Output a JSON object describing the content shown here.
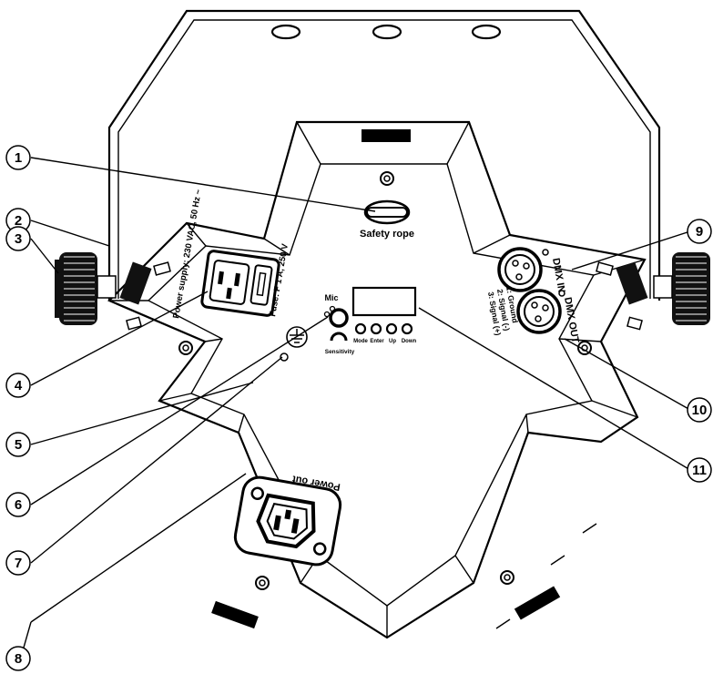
{
  "callouts": [
    {
      "n": "1"
    },
    {
      "n": "2"
    },
    {
      "n": "3"
    },
    {
      "n": "4"
    },
    {
      "n": "5"
    },
    {
      "n": "6"
    },
    {
      "n": "7"
    },
    {
      "n": "8"
    },
    {
      "n": "9"
    },
    {
      "n": "10"
    },
    {
      "n": "11"
    }
  ],
  "labels": {
    "safety_rope": "Safety rope",
    "power_supply": "Power supply: 230 VAC, 50 Hz ~",
    "fuse": "Fuse: F 1 A, 250 V",
    "mic": "Mic",
    "sensitivity": "Sensitivity",
    "mode": "Mode",
    "enter": "Enter",
    "up": "Up",
    "down": "Down",
    "dmx_in": "DMX IN",
    "dmx_out": "DMX OUT",
    "pin1": "1: Ground",
    "pin2": "2: Signal (-)",
    "pin3": "3: Signal (+)",
    "power_out": "Power out"
  }
}
